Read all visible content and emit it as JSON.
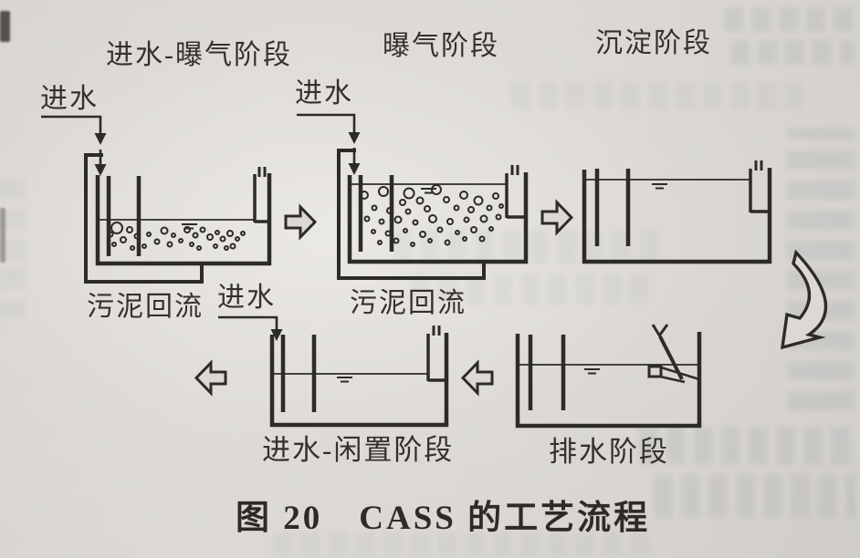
{
  "figure": {
    "caption": "图 20　CASS 的工艺流程",
    "figure_number": "图 20",
    "subject": "CASS 的工艺流程"
  },
  "labels": {
    "influent": "进水",
    "sludge_return": "污泥回流"
  },
  "stages": [
    {
      "id": "stage1",
      "title": "进水-曝气阶段",
      "annotations": [
        "进水",
        "污泥回流"
      ]
    },
    {
      "id": "stage2",
      "title": "曝气阶段",
      "annotations": [
        "进水",
        "污泥回流"
      ]
    },
    {
      "id": "stage3",
      "title": "沉淀阶段",
      "annotations": []
    },
    {
      "id": "stage4",
      "title": "排水阶段",
      "annotations": []
    },
    {
      "id": "stage5",
      "title": "进水-闲置阶段",
      "annotations": [
        "进水"
      ]
    }
  ],
  "flow": {
    "sequence": [
      "stage1",
      "stage2",
      "stage3",
      "stage4",
      "stage5"
    ],
    "system": "CASS"
  },
  "colors": {
    "paper": "#dcd9d4",
    "ink": "#2d2b28",
    "text": "#34312c"
  }
}
